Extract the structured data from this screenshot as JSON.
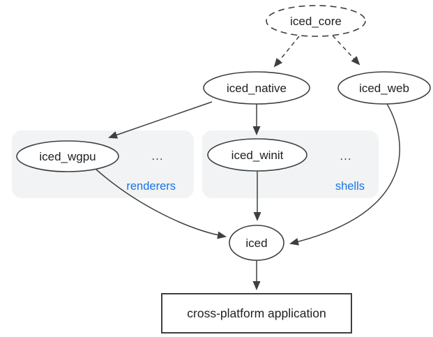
{
  "colors": {
    "background": "#ffffff",
    "stroke": "#3c4043",
    "text": "#202124",
    "group_background": "#f1f3f4",
    "group_label_blue": "#1a73e8"
  },
  "nodes": {
    "core": "iced_core",
    "native": "iced_native",
    "web": "iced_web",
    "wgpu": "iced_wgpu",
    "winit": "iced_winit",
    "iced": "iced",
    "app": "cross-platform application"
  },
  "groups": {
    "renderers": {
      "label": "renderers",
      "ellipsis": "..."
    },
    "shells": {
      "label": "shells",
      "ellipsis": "..."
    }
  },
  "edges": [
    {
      "from": "iced_core",
      "to": "iced_native",
      "style": "dashed"
    },
    {
      "from": "iced_core",
      "to": "iced_web",
      "style": "dashed"
    },
    {
      "from": "iced_native",
      "to": "iced_wgpu",
      "style": "solid"
    },
    {
      "from": "iced_native",
      "to": "iced_winit",
      "style": "solid"
    },
    {
      "from": "iced_wgpu",
      "to": "iced",
      "style": "solid"
    },
    {
      "from": "iced_winit",
      "to": "iced",
      "style": "solid"
    },
    {
      "from": "iced_web",
      "to": "iced",
      "style": "solid"
    },
    {
      "from": "iced",
      "to": "cross-platform application",
      "style": "solid"
    }
  ]
}
